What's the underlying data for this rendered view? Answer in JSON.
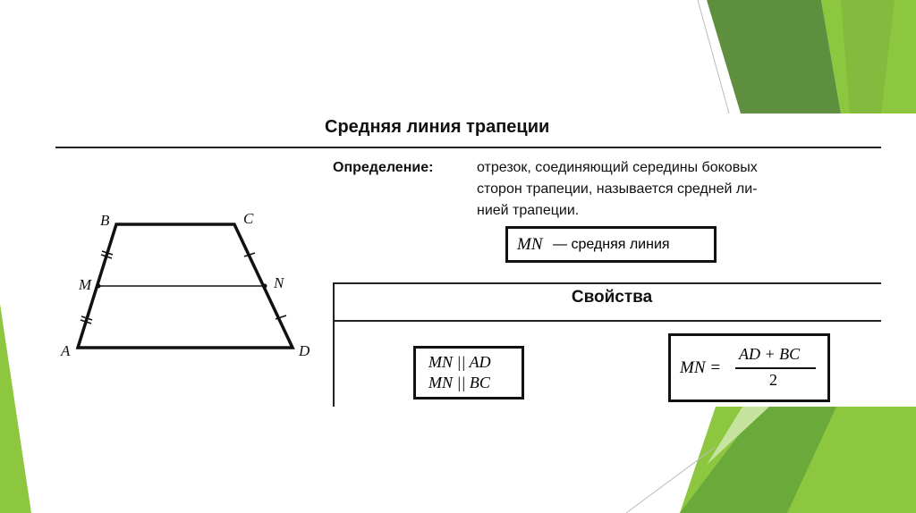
{
  "colors": {
    "green_light": "#8dc63f",
    "green_mid": "#6aaa3a",
    "green_dark": "#5e8f3e"
  },
  "title": "Средняя линия трапеции",
  "definition": {
    "label": "Определение:",
    "lines": [
      "отрезок, соединяющий середины боковых",
      "сторон трапеции, называется средней ли-",
      "нией трапеции."
    ]
  },
  "mn_box": {
    "mn": "MN",
    "text": "— средняя линия"
  },
  "properties": {
    "header": "Свойства",
    "parallel": [
      "MN || AD",
      "MN || BC"
    ],
    "formula": {
      "lhs": "MN =",
      "numerator": "AD + BC",
      "denominator": "2"
    }
  },
  "diagram": {
    "labels": {
      "A": "A",
      "B": "B",
      "C": "C",
      "D": "D",
      "M": "M",
      "N": "N"
    }
  }
}
